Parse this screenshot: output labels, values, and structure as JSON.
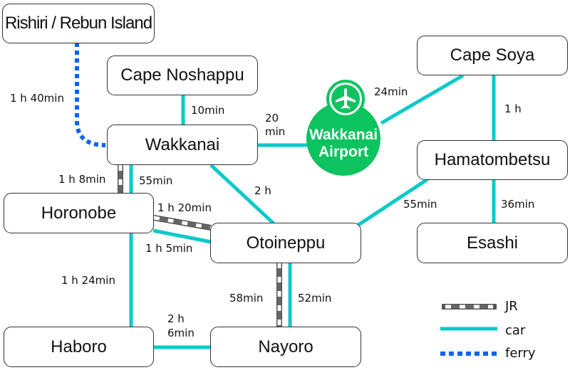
{
  "title": "Wakkanai area access map",
  "colors": {
    "car": "#0cc9c9",
    "ferry": "#0a64f0",
    "jr_dark": "#666666",
    "airport": "#0cc35f"
  },
  "airport": {
    "icon": "airplane-icon",
    "line1": "Wakkanai",
    "line2": "Airport"
  },
  "nodes": {
    "rishiri": "Rishiri / Rebun Island",
    "noshappu": "Cape Noshappu",
    "wakkanai": "Wakkanai",
    "soya": "Cape Soya",
    "hamatombetsu": "Hamatombetsu",
    "horonobe": "Horonobe",
    "otoineppu": "Otoineppu",
    "esashi": "Esashi",
    "haboro": "Haboro",
    "nayoro": "Nayoro"
  },
  "times": {
    "rishiri_wakkanai_ferry": "1 h 40min",
    "noshappu_wakkanai_car": "10min",
    "wakkanai_airport_car": "20\nmin",
    "airport_soya_car": "24min",
    "soya_hamatombetsu_car": "1 h",
    "wakkanai_horonobe_jr": "1 h 8min",
    "wakkanai_horonobe_car": "55min",
    "wakkanai_otoineppu_car": "2 h",
    "horonobe_otoineppu_jr": "1 h 20min",
    "horonobe_otoineppu_car": "1 h 5min",
    "hamatombetsu_otoineppu_car": "55min",
    "hamatombetsu_esashi_car": "36min",
    "horonobe_haboro_car": "1 h 24min",
    "haboro_nayoro_car": "2 h\n6min",
    "otoineppu_nayoro_jr": "58min",
    "otoineppu_nayoro_car": "52min"
  },
  "legend": {
    "jr": "JR",
    "car": "car",
    "ferry": "ferry"
  }
}
